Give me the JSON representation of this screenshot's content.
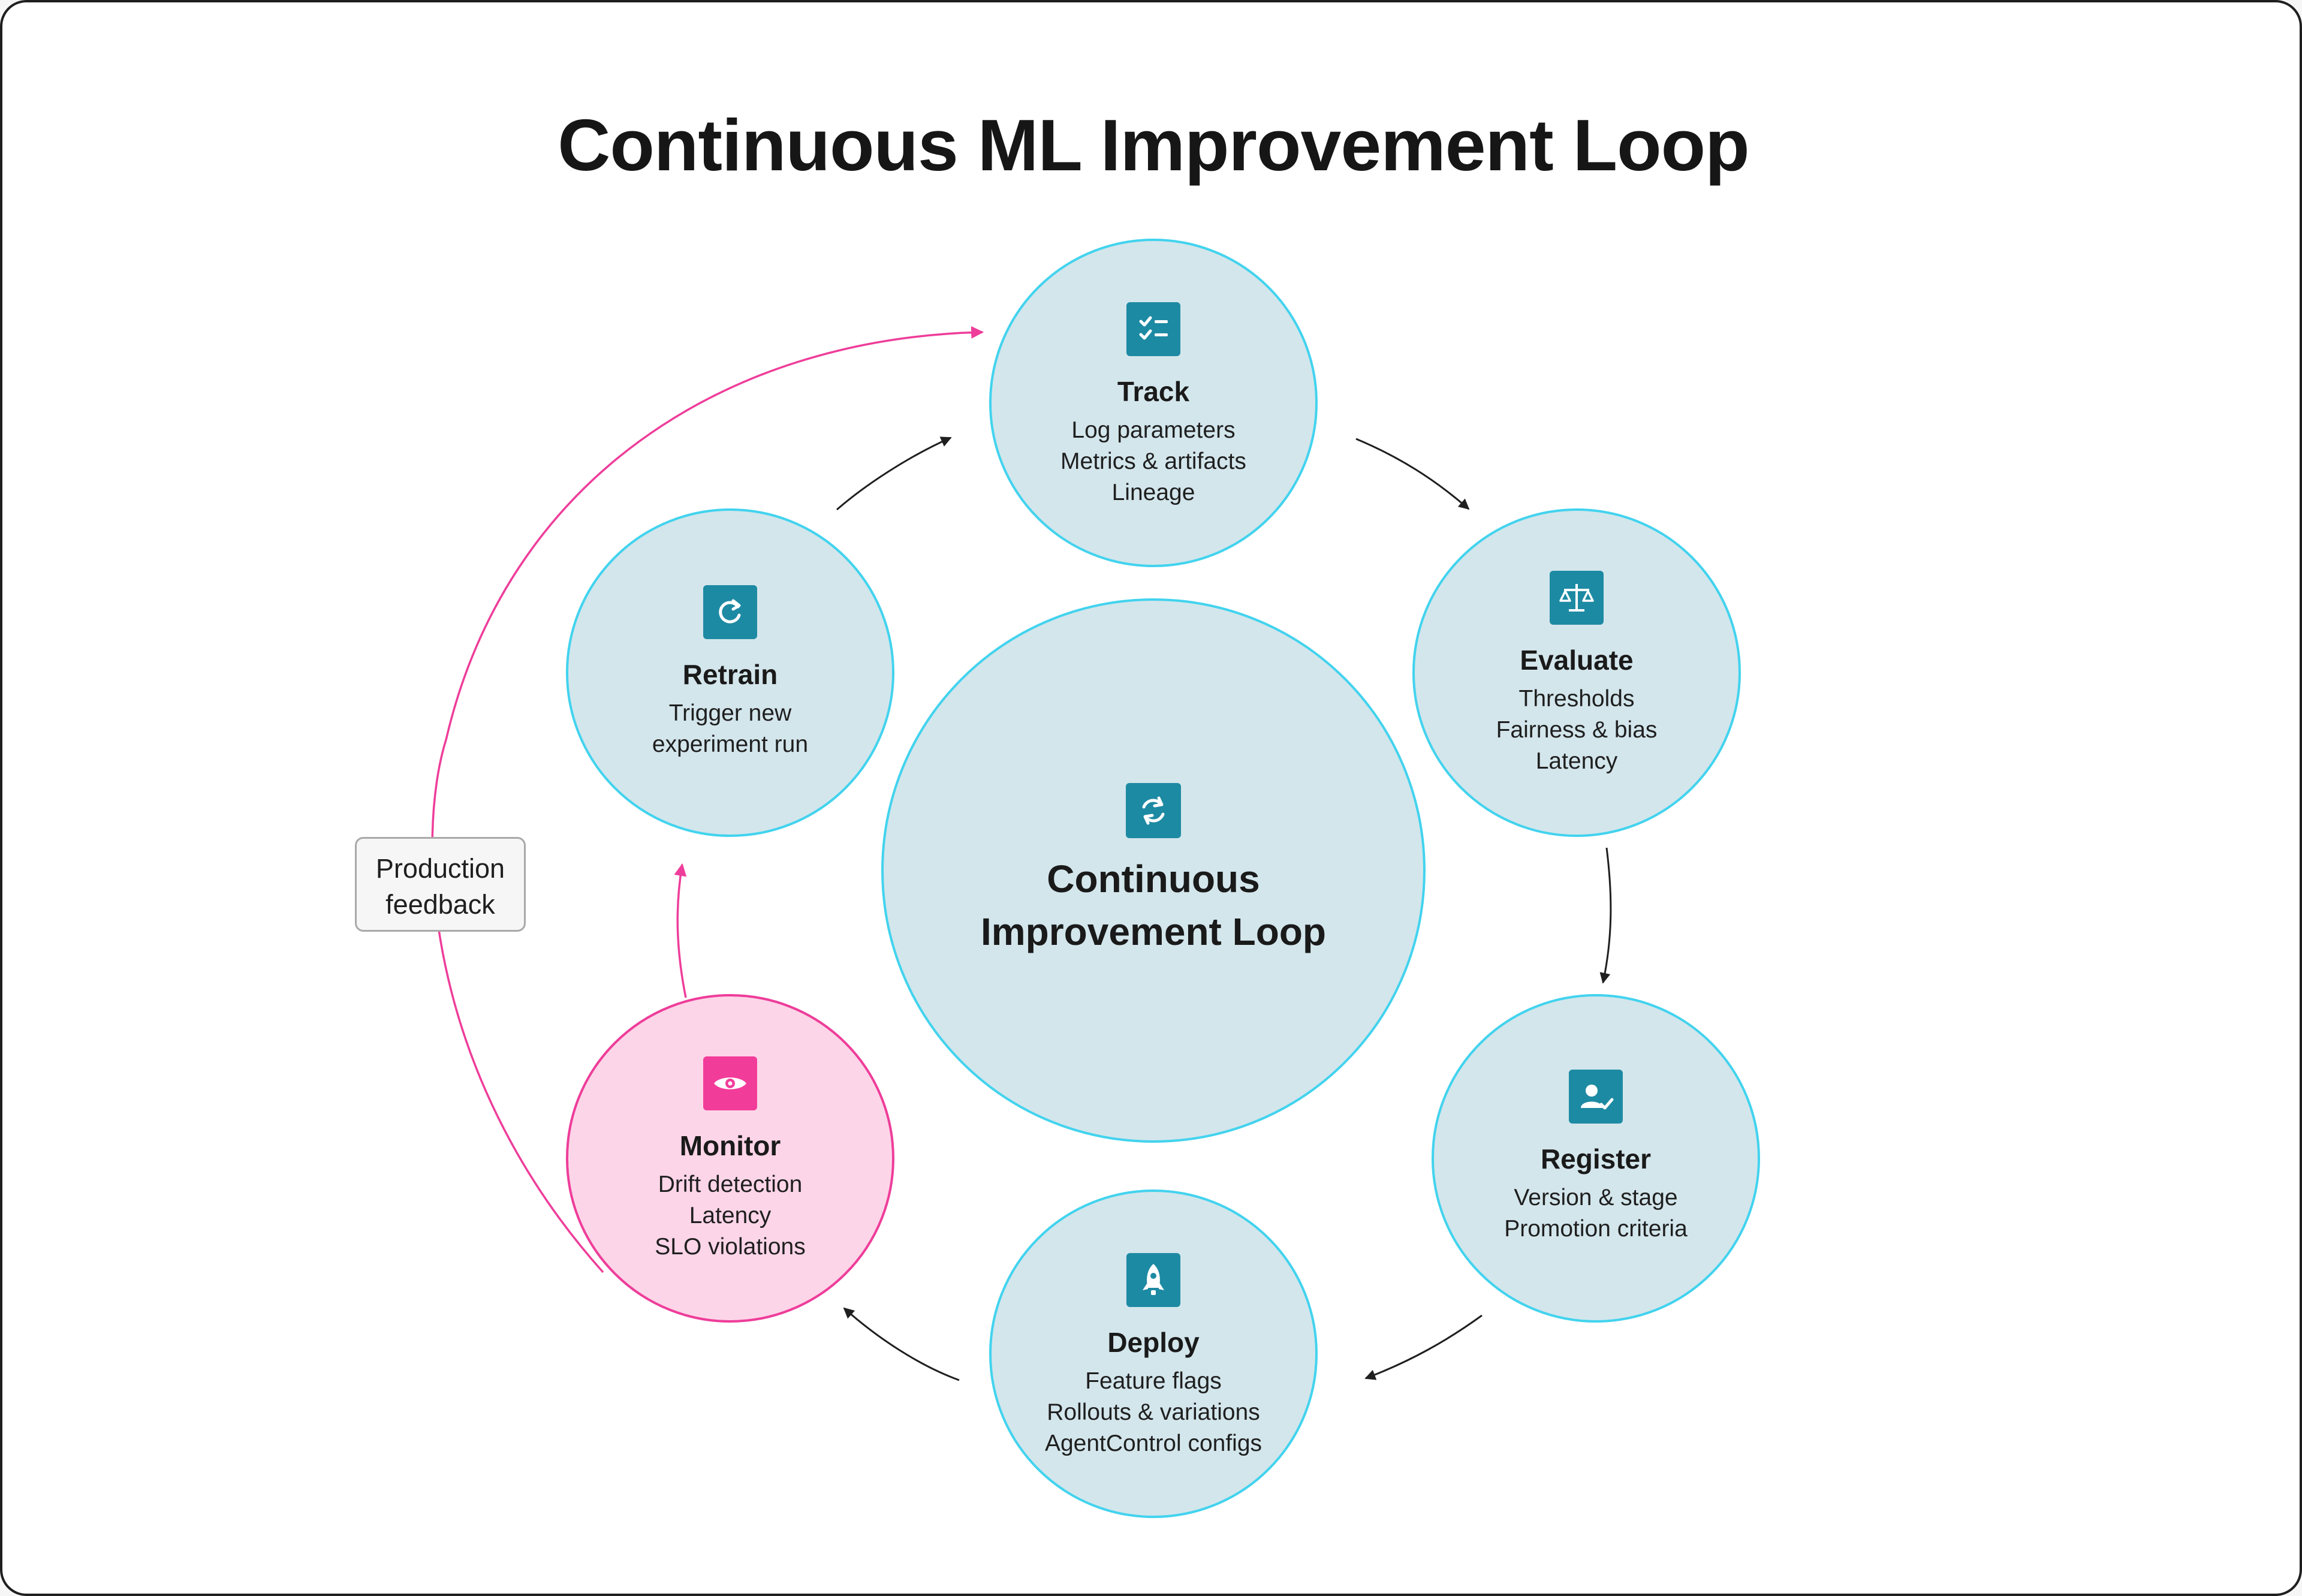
{
  "title": "Continuous ML Improvement Loop",
  "colors": {
    "node_fill": "#d3e6ec",
    "node_border": "#42d3ee",
    "icon_teal": "#1d8aa3",
    "monitor_fill": "#fdd5e8",
    "accent_pink": "#f23c9a",
    "arrow_dark": "#1f1f1f"
  },
  "center": {
    "title_line1": "Continuous",
    "title_line2": "Improvement Loop",
    "icon": "refresh-cycle-icon"
  },
  "nodes": {
    "track": {
      "name": "Track",
      "icon": "checklist-icon",
      "lines": [
        "Log parameters",
        "Metrics & artifacts",
        "Lineage"
      ]
    },
    "evaluate": {
      "name": "Evaluate",
      "icon": "scales-icon",
      "lines": [
        "Thresholds",
        "Fairness & bias",
        "Latency"
      ]
    },
    "register": {
      "name": "Register",
      "icon": "user-check-icon",
      "lines": [
        "Version & stage",
        "Promotion criteria"
      ]
    },
    "deploy": {
      "name": "Deploy",
      "icon": "rocket-icon",
      "lines": [
        "Feature flags",
        "Rollouts & variations",
        "AgentControl configs"
      ]
    },
    "monitor": {
      "name": "Monitor",
      "icon": "eye-icon",
      "lines": [
        "Drift detection",
        "Latency",
        "SLO violations"
      ]
    },
    "retrain": {
      "name": "Retrain",
      "icon": "rotate-icon",
      "lines": [
        "Trigger new",
        "experiment run"
      ]
    }
  },
  "feedback_label": {
    "line1": "Production",
    "line2": "feedback"
  }
}
